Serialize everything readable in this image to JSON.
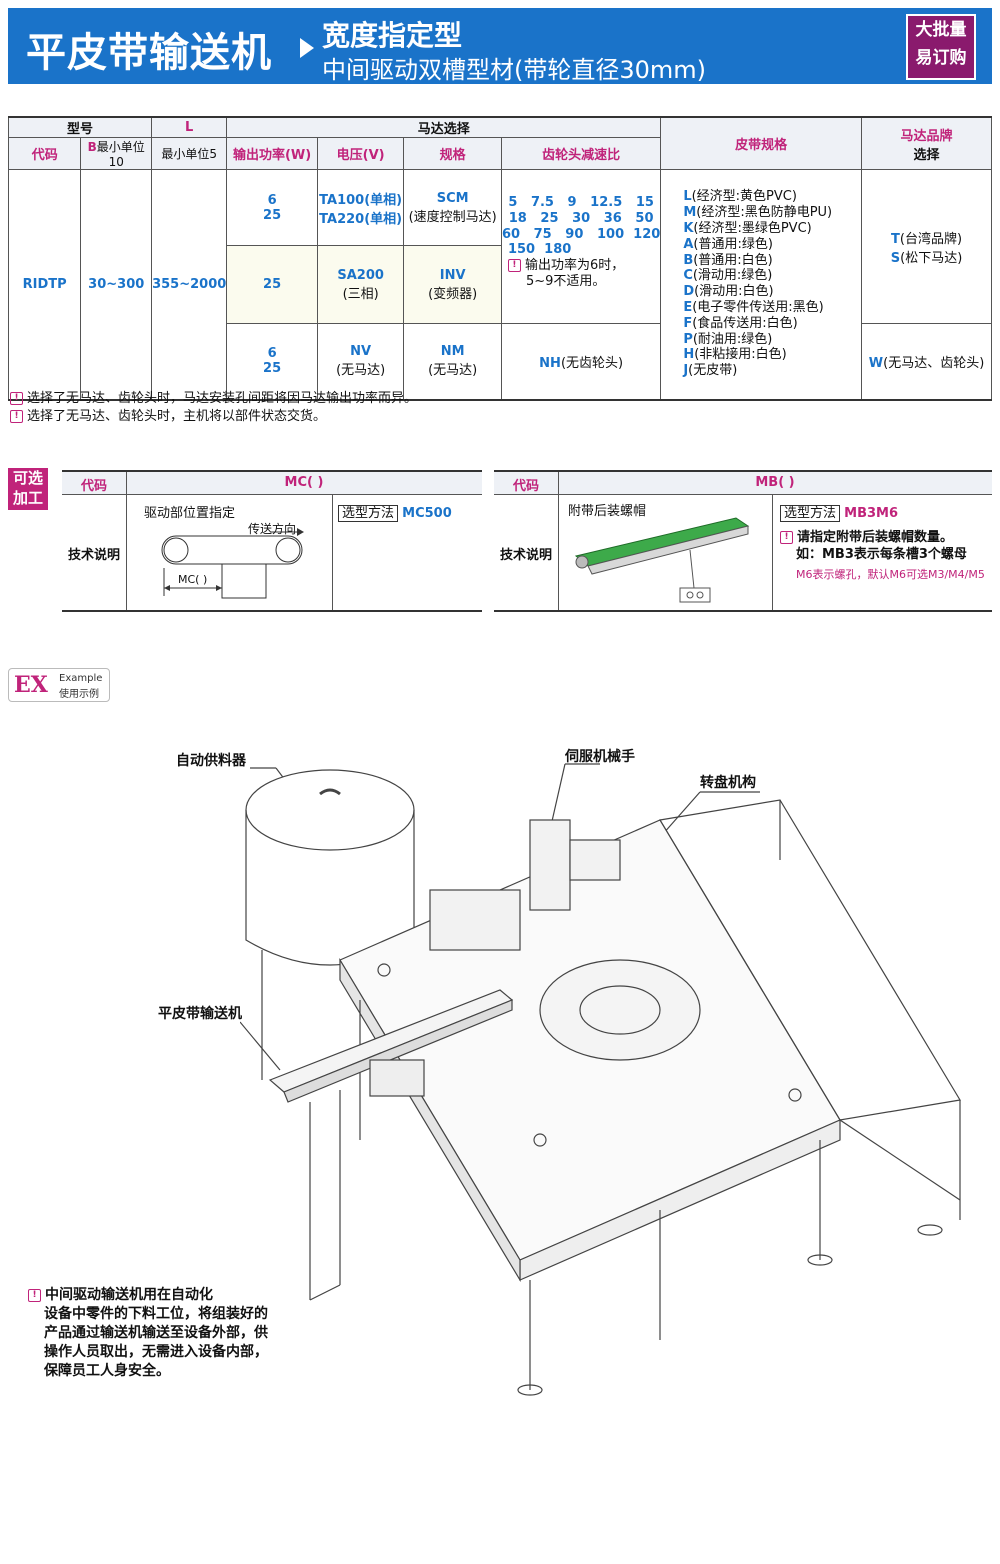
{
  "header": {
    "title": "平皮带输送机",
    "subtitle": "宽度指定型",
    "subtitle2": "中间驱动双槽型材(带轮直径30mm)",
    "badge_line1": "大批量",
    "badge_line2": "易订购"
  },
  "table": {
    "h_model": "型号",
    "h_L": "L",
    "h_motor": "马达选择",
    "h_belt": "皮带规格",
    "h_brand1": "马达品牌",
    "h_brand2": "选择",
    "h_code": "代码",
    "h_B": "B最小单位10",
    "h_Lmin": "最小单位5",
    "h_power": "输出功率(W)",
    "h_voltage": "电压(V)",
    "h_spec": "规格",
    "h_ratio": "齿轮头减速比",
    "code": "RIDTP",
    "B_range": "30~300",
    "L_range": "355~2000",
    "r1_power1": "6",
    "r1_power2": "25",
    "r1_volt1": "TA100(单相)",
    "r1_volt2": "TA220(单相)",
    "r1_spec1": "SCM",
    "r1_spec2": "(速度控制马达)",
    "ratio_row1": "5   7.5   9   12.5   15",
    "ratio_row2": "18   25   30   36   50",
    "ratio_row3": "60   75   90   100  120",
    "ratio_row4": "150  180",
    "ratio_note1": "输出功率为6时，",
    "ratio_note2": "5~9不适用。",
    "r2_power": "25",
    "r2_volt1": "SA200",
    "r2_volt2": "(三相)",
    "r2_spec1": "INV",
    "r2_spec2": "(变频器)",
    "r3_power1": "6",
    "r3_power2": "25",
    "r3_volt1": "NV",
    "r3_volt2": "(无马达)",
    "r3_spec1": "NM",
    "r3_spec2": "(无马达)",
    "r3_ratio": "NH(无齿轮头)",
    "belt": [
      {
        "code": "L",
        "desc": "(经济型:黄色PVC)"
      },
      {
        "code": "M",
        "desc": "(经济型:黑色防静电PU)"
      },
      {
        "code": "K",
        "desc": "(经济型:墨绿色PVC)"
      },
      {
        "code": "A",
        "desc": "(普通用:绿色)"
      },
      {
        "code": "B",
        "desc": "(普通用:白色)"
      },
      {
        "code": "C",
        "desc": "(滑动用:绿色)"
      },
      {
        "code": "D",
        "desc": "(滑动用:白色)"
      },
      {
        "code": "E",
        "desc": "(电子零件传送用:黑色)"
      },
      {
        "code": "F",
        "desc": "(食品传送用:白色)"
      },
      {
        "code": "P",
        "desc": "(耐油用:绿色)"
      },
      {
        "code": "H",
        "desc": "(非粘接用:白色)"
      },
      {
        "code": "J",
        "desc": "(无皮带)"
      }
    ],
    "brand_T": "T",
    "brand_T_desc": "(台湾品牌)",
    "brand_S": "S",
    "brand_S_desc": "(松下马达)",
    "brand_W": "W",
    "brand_W_desc": "(无马达、齿轮头)"
  },
  "notes": {
    "n1": "选择了无马达、齿轮头时，马达安装孔间距将因马达输出功率而异。",
    "n2": "选择了无马达、齿轮头时，主机将以部件状态交货。"
  },
  "options": {
    "badge1": "可选",
    "badge2": "加工",
    "mc": {
      "h_code": "代码",
      "h_name": "MC( )",
      "label": "技术说明",
      "desc": "驱动部位置指定",
      "direction": "传送方向",
      "dim": "MC( )",
      "method_label": "选型方法",
      "method_value": "MC500"
    },
    "mb": {
      "h_code": "代码",
      "h_name": "MB( )",
      "label": "技术说明",
      "desc": "附带后装螺帽",
      "method_label": "选型方法",
      "method_value": "MB3M6",
      "note1": "请指定附带后装螺帽数量。",
      "note2": "如：MB3表示每条槽3个螺母",
      "note3": "M6表示螺孔，默认M6可选M3/M4/M5"
    }
  },
  "example": {
    "ex": "EX",
    "en": "Example",
    "cn": "使用示例",
    "label_feeder": "自动供料器",
    "label_servo": "伺服机械手",
    "label_turntable": "转盘机构",
    "label_conveyor": "平皮带输送机",
    "note_lines": [
      "中间驱动输送机用在自动化",
      "设备中零件的下料工位，将组装好的",
      "产品通过输送机输送至设备外部，供",
      "操作人员取出，无需进入设备内部，",
      "保障员工人身安全。"
    ]
  }
}
